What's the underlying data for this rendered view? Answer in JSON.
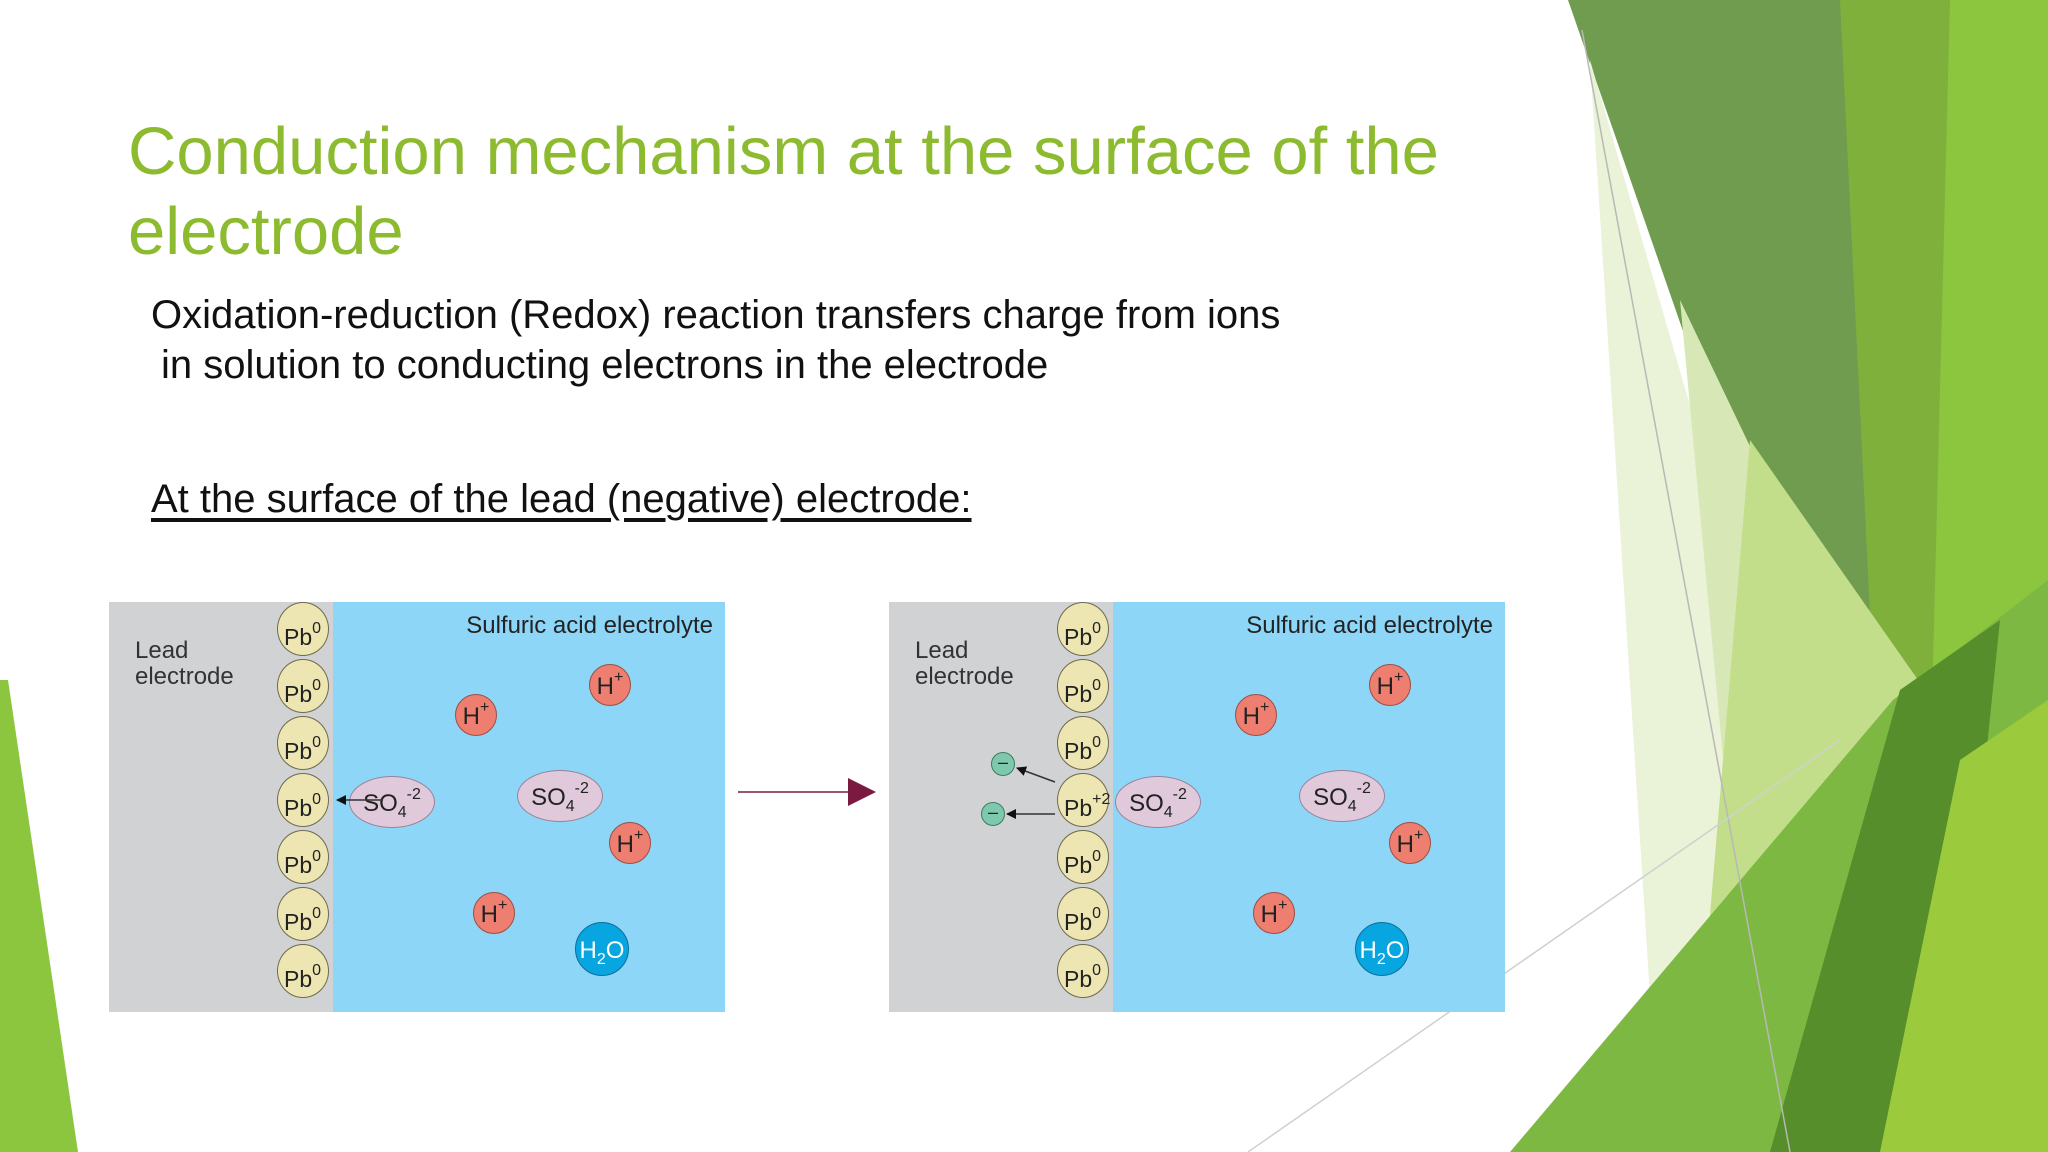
{
  "slide": {
    "title_lines": [
      "Conduction mechanism at the surface of the",
      "electrode"
    ],
    "body_lines": [
      "Oxidation-reduction (Redox) reaction transfers charge from ions",
      "in solution to conducting electrons in the electrode"
    ],
    "subheading": "At the surface of the lead (negative) electrode:"
  },
  "diagrams": {
    "common": {
      "electrode_label_lines": [
        "Lead",
        "electrode"
      ],
      "electrolyte_label": "Sulfuric acid electrolyte",
      "lead_symbol": "Pb",
      "neutral_charge": "0",
      "oxidized_charge": "+2",
      "hydrogen_symbol": "H",
      "hydrogen_charge": "+",
      "sulfate_base": "SO",
      "sulfate_subscript": "4",
      "sulfate_charge": "-2",
      "water_base": "H",
      "water_subscript": "2",
      "water_tail": "O",
      "electron_symbol": "–"
    }
  },
  "colors": {
    "title_green": "#8dbb2f",
    "electrode_gray": "#d1d2d4",
    "electrolyte_blue": "#8dd6f7",
    "lead_atom": "#ede6b3",
    "hydrogen_ion": "#ee7f70",
    "sulfate_ion": "#dfc9da",
    "water": "#07a6e0",
    "electron": "#7ec9ad",
    "transition_arrow": "#7a1a40"
  }
}
